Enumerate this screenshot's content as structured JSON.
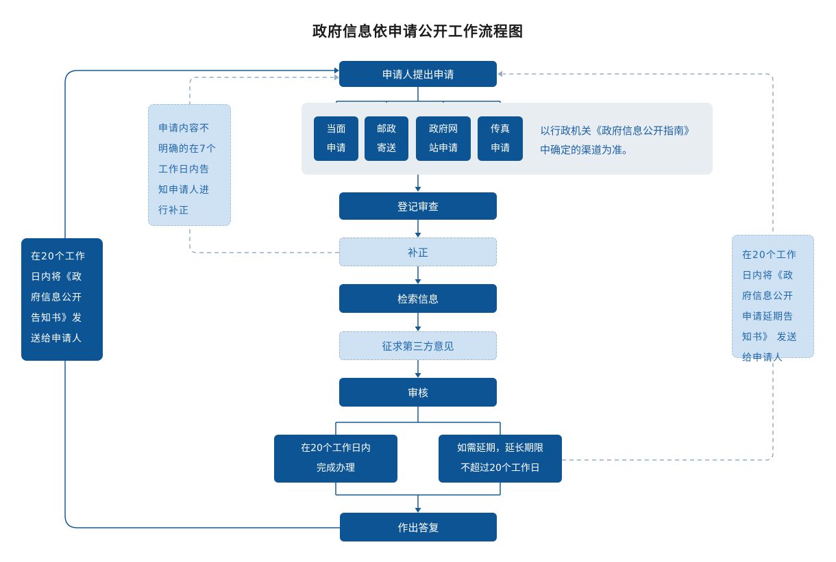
{
  "title": "政府信息依申请公开工作流程图",
  "colors": {
    "primary_box": "#0d5494",
    "light_box_fill": "#cfe2f3",
    "channels_panel_fill": "#e8edf2",
    "light_box_text": "#2166ac",
    "solid_line": "#155a97",
    "dashed_line": "#94aec5",
    "title_text": "#1a1a1a"
  },
  "nodes": {
    "apply": "申请人提出申请",
    "channels": [
      "当面\n申请",
      "邮政\n寄送",
      "政府网\n站申请",
      "传真\n申请"
    ],
    "channels_note": "以行政机关《政府信息公开指南》\n中确定的渠道为准。",
    "register": "登记审查",
    "supplement": "补正",
    "search": "检索信息",
    "third_party": "征求第三方意见",
    "review": "审核",
    "complete": "在20个工作日内\n完成办理",
    "extend": "如需延期，延长期限\n不超过20个工作日",
    "reply": "作出答复"
  },
  "notes": {
    "reply_notice": "在20个工作\n日内将《政\n府信息公开\n告知书》发\n送给申请人",
    "supplement_notice": "申请内容不\n明确的在7个\n工作日内告\n知申请人进\n行补正",
    "delay_notice": "在20个工作\n日内将《政\n府信息公开\n申请延期告\n知书》 发送\n给申请人"
  }
}
